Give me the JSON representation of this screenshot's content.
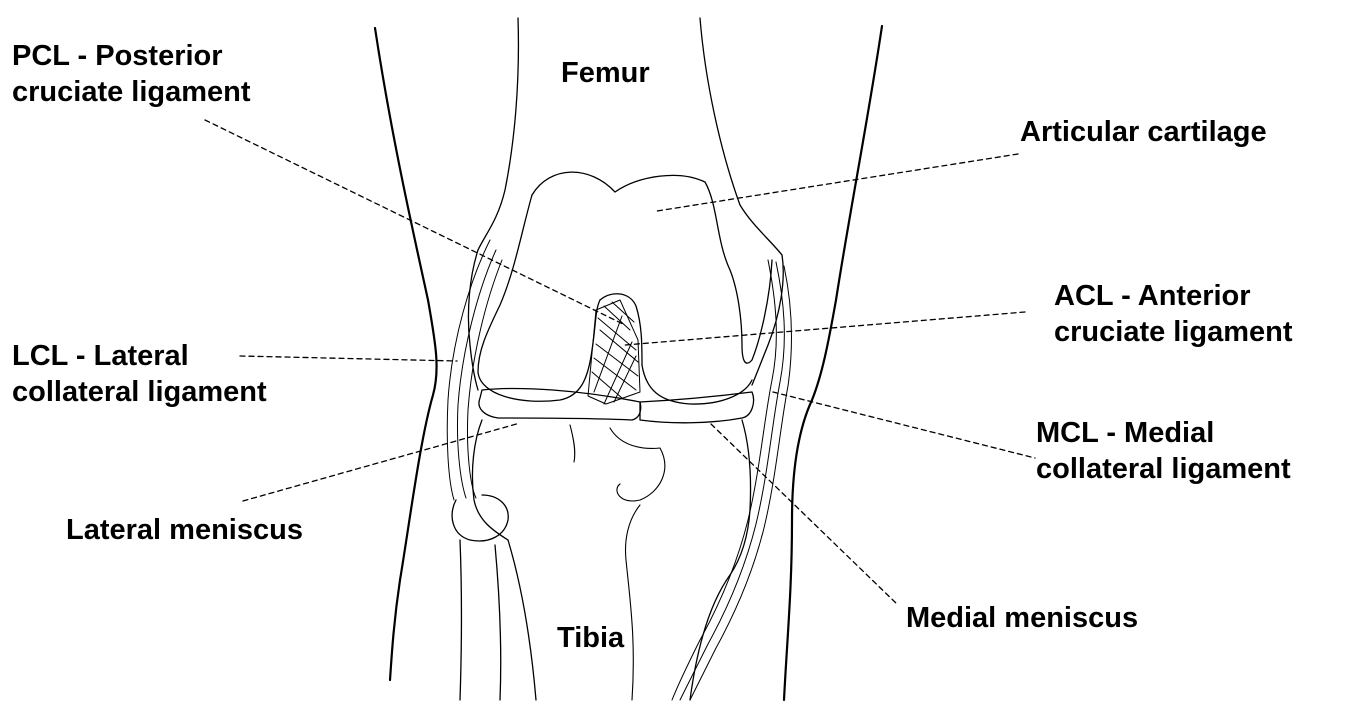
{
  "colors": {
    "ink": "#000000",
    "background": "#ffffff"
  },
  "anatomy": {
    "femur": "Femur",
    "tibia": "Tibia"
  },
  "labels": {
    "pcl": {
      "line1": "PCL - Posterior",
      "line2": "cruciate ligament"
    },
    "articular_cartilage": "Articular cartilage",
    "acl": {
      "line1": "ACL - Anterior",
      "line2": "cruciate ligament"
    },
    "lcl": {
      "line1": "LCL - Lateral",
      "line2": "collateral ligament"
    },
    "mcl": {
      "line1": "MCL - Medial",
      "line2": "collateral ligament"
    },
    "lateral_meniscus": "Lateral meniscus",
    "medial_meniscus": "Medial meniscus"
  }
}
